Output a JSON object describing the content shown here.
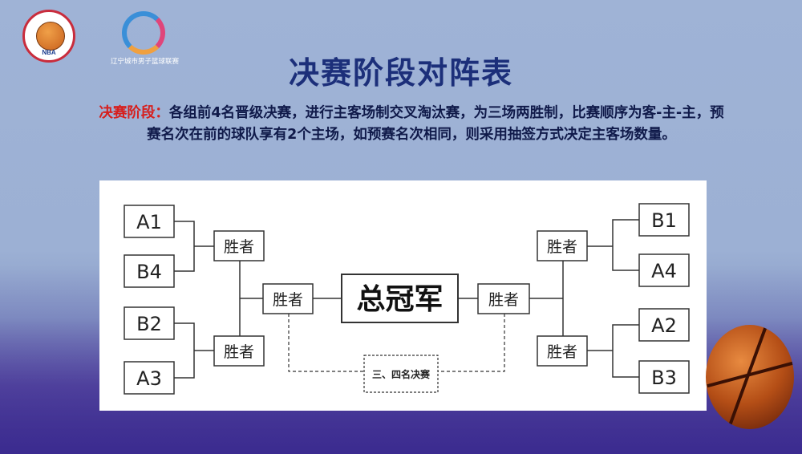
{
  "logos": {
    "left_text": "NBA",
    "right_caption": "辽宁城市男子篮球联赛"
  },
  "title": "决赛阶段对阵表",
  "description": {
    "highlight": "决赛阶段：",
    "body": "各组前4名晋级决赛，进行主客场制交叉淘汰赛，为三场两胜制，比赛顺序为客-主-主，预赛名次在前的球队享有2个主场，如预赛名次相同，则采用抽签方式决定主客场数量。"
  },
  "bracket": {
    "left_seeds": [
      "A1",
      "B4",
      "B2",
      "A3"
    ],
    "right_seeds": [
      "B1",
      "A4",
      "A2",
      "B3"
    ],
    "winner_label": "胜者",
    "champion_label": "总冠军",
    "third_place_label": "三、四名决赛"
  },
  "colors": {
    "title": "#1c2f7a",
    "highlight": "#d6201e",
    "box_border": "#333333"
  }
}
